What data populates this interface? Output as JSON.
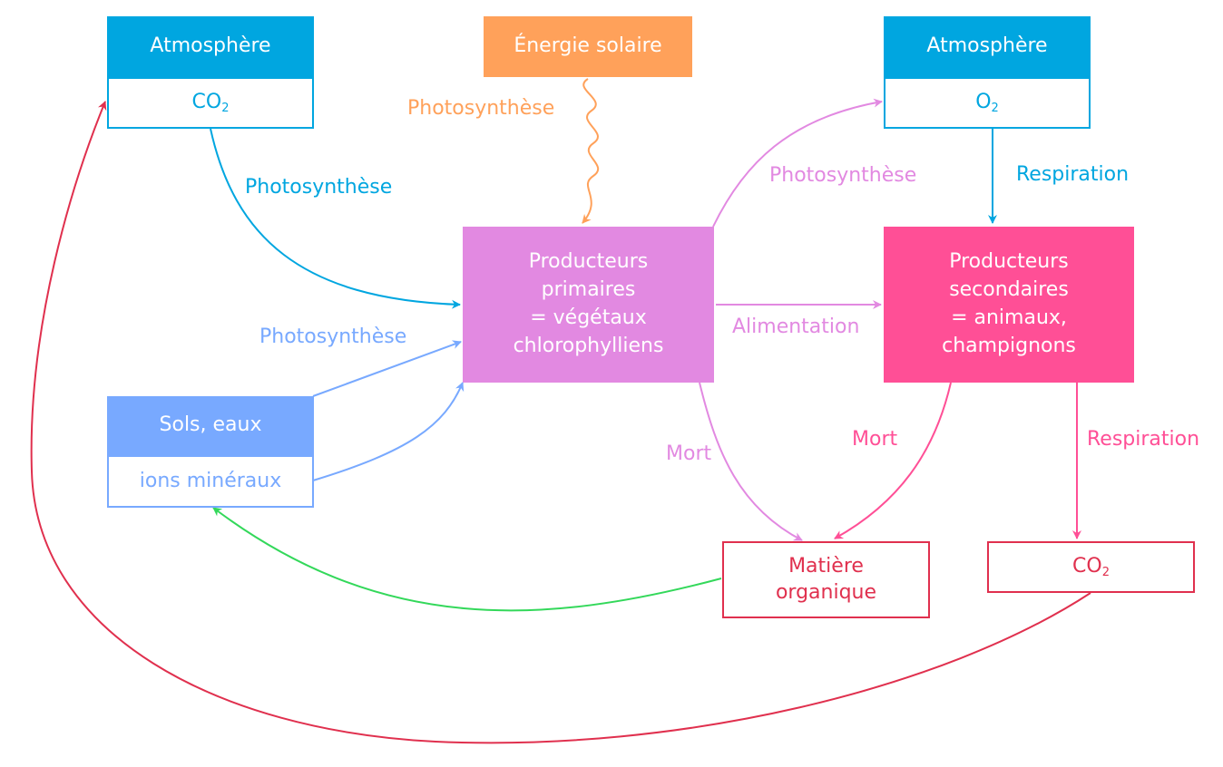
{
  "colors": {
    "atm": "#00a6e0",
    "sun": "#ffa15a",
    "primary": "#e289e1",
    "secondary": "#ff4f96",
    "soil": "#78a9ff",
    "organic": "#e0304e",
    "green": "#33d85a"
  },
  "nodes": {
    "atm_left": {
      "title": "Atmosphère",
      "formula": "CO",
      "sub": "2"
    },
    "sun": {
      "title": "Énergie solaire"
    },
    "atm_right": {
      "title": "Atmosphère",
      "formula": "O",
      "sub": "2"
    },
    "primary": {
      "lines": [
        "Producteurs",
        "primaires",
        "= végétaux",
        "chlorophylliens"
      ]
    },
    "secondary": {
      "lines": [
        "Producteurs",
        "secondaires",
        "= animaux,",
        "champignons"
      ]
    },
    "soil": {
      "title": "Sols, eaux",
      "body": "ions minéraux"
    },
    "organic": {
      "lines": [
        "Matière",
        "organique"
      ]
    },
    "co2_right": {
      "formula": "CO",
      "sub": "2"
    }
  },
  "labels": {
    "sun_photo": "Photosynthèse",
    "co2_photo": "Photosynthèse",
    "o2_photo": "Photosynthèse",
    "soil_photo": "Photosynthèse",
    "resp_top": "Respiration",
    "alimentation": "Alimentation",
    "mort_primary": "Mort",
    "mort_secondary": "Mort",
    "resp_bottom": "Respiration"
  }
}
